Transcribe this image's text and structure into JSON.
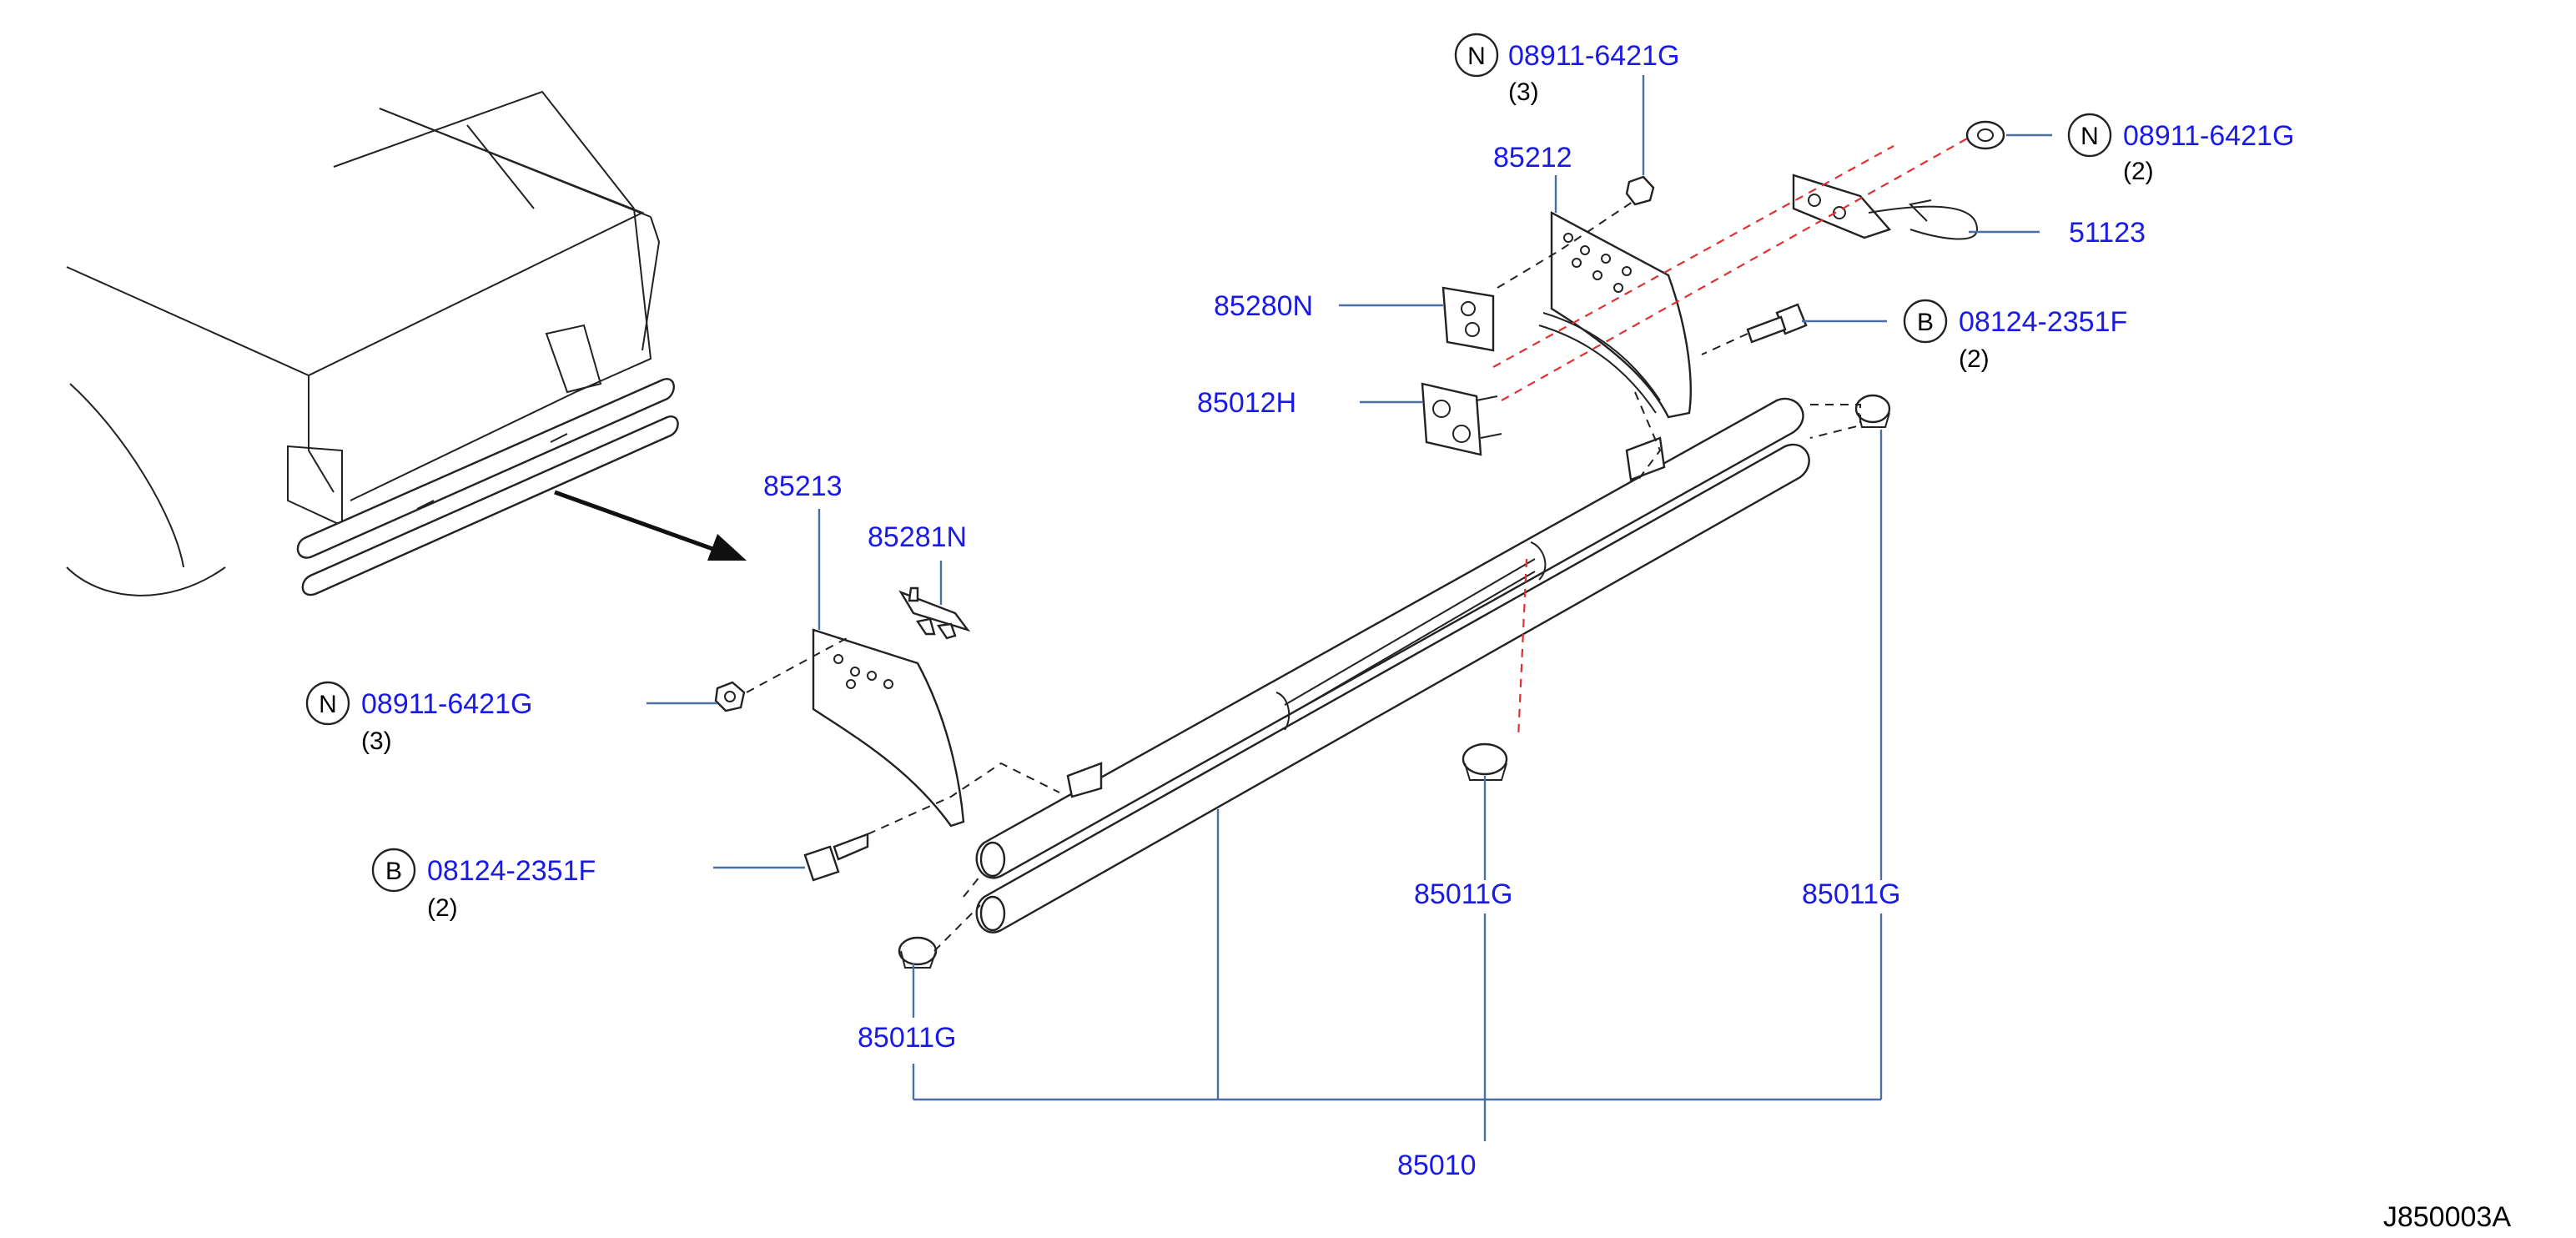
{
  "labels": {
    "n_top": "08911-6421G",
    "n_top_qty": "(3)",
    "n_right": "08911-6421G",
    "n_right_qty": "(2)",
    "n_left": "08911-6421G",
    "n_left_qty": "(3)",
    "b_right": "08124-2351F",
    "b_right_qty": "(2)",
    "b_left": "08124-2351F",
    "b_left_qty": "(2)",
    "p85212": "85212",
    "p51123": "51123",
    "p85280N": "85280N",
    "p85012H": "85012H",
    "p85213": "85213",
    "p85281N": "85281N",
    "p85011G_left": "85011G",
    "p85011G_mid": "85011G",
    "p85011G_right": "85011G",
    "p85010": "85010",
    "symbol_n": "N",
    "symbol_b": "B"
  },
  "diagram_code": "J850003A",
  "colors": {
    "part_number": "#1a1ae6",
    "leader_line": "#4a6fa5",
    "mating_line": "#e03030",
    "outline": "#222222"
  }
}
